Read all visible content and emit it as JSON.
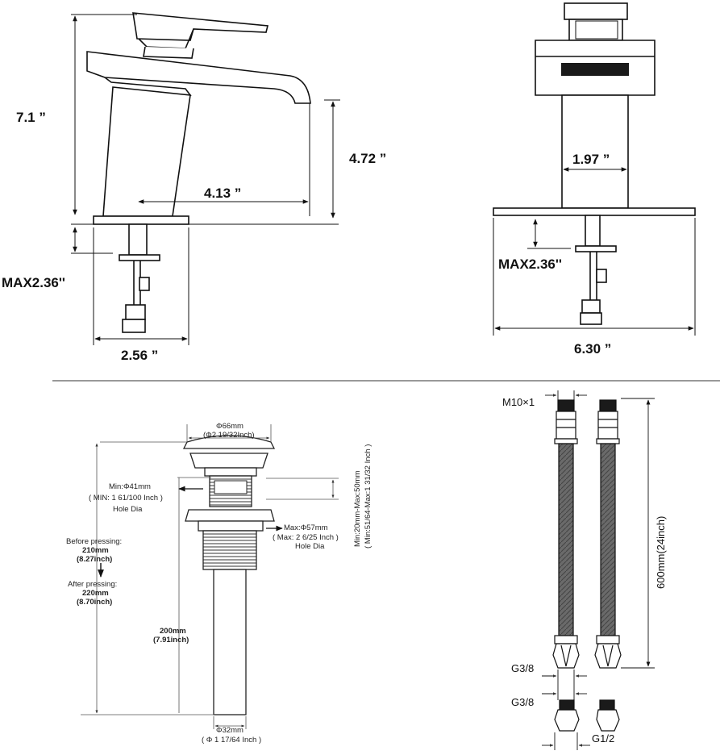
{
  "faucet_side": {
    "total_height": "7.1 ”",
    "spout_height": "4.72 ”",
    "spout_reach": "4.13 ”",
    "max_deck": "MAX2.36''",
    "base_width": "2.56 ”"
  },
  "faucet_front": {
    "body_width": "1.97 ”",
    "max_deck": "MAX2.36''",
    "plate_width": "6.30 ”"
  },
  "drain": {
    "cap_dia_mm": "Φ66mm",
    "cap_dia_in": "(Φ2 19/32Inch)",
    "min_hole_mm": "Min:Φ41mm",
    "min_hole_in": "( MIN: 1 61/100 Inch )",
    "min_hole_label": "Hole Dia",
    "max_hole_mm": "Max:Φ57mm",
    "max_hole_in": "( Max: 2 6/25 Inch )",
    "max_hole_label": "Hole Dia",
    "thickness_mm": "Min:20mm-Max:50mm",
    "thickness_in": "( Min:51/64-Max:1 31/32 Inch )",
    "before_label": "Before pressing:",
    "before_mm": "210mm",
    "before_in": "(8.27inch)",
    "after_label": "After pressing:",
    "after_mm": "220mm",
    "after_in": "(8.70inch)",
    "tail_mm": "200mm",
    "tail_in": "(7.91inch)",
    "bottom_dia_mm": "Φ32mm",
    "bottom_dia_in": "( Φ 1 17/64 Inch )"
  },
  "hoses": {
    "top_thread": "M10×1",
    "length": "600mm(24inch)",
    "nut_thread": "G3/8",
    "adapter_in": "G3/8",
    "adapter_out": "G1/2"
  },
  "colors": {
    "line": "#111111",
    "hose": "#555555",
    "fill_dark": "#1a1a1a"
  }
}
